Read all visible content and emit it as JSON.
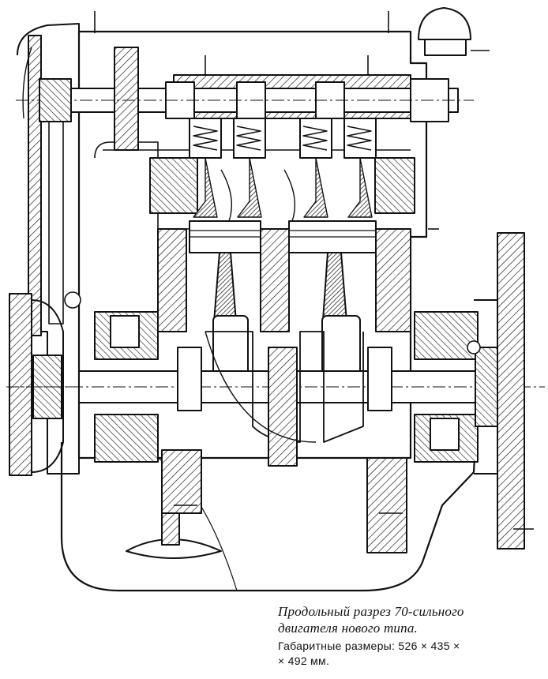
{
  "caption": {
    "title_line1": "Продольный разрез 70-сильного",
    "title_line2": "двигателя нового типа.",
    "dims_line1": "Габаритные размеры: 526 × 435 ×",
    "dims_line2": "× 492 мм."
  },
  "colors": {
    "ink": "#111111",
    "paper": "#ffffff"
  },
  "diagram": {
    "subject": "engine-longitudinal-section",
    "cylinders_visible": 2
  }
}
